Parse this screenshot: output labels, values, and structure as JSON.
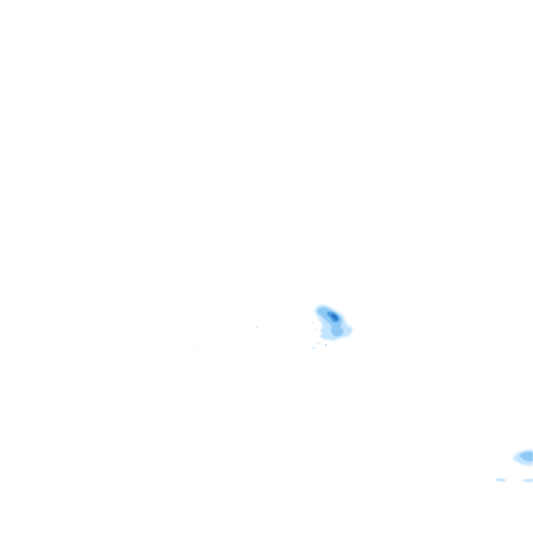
{
  "colors": {
    "background": "#ffffff",
    "light_echo": "#bfe3ff",
    "moderate_echo": "#8cc8f5",
    "strong_echo": "#4a9ae0",
    "heavy_echo": "#2b73c4"
  },
  "echo_cells": [
    {
      "label": "central-echo-cluster",
      "intensity": "moderate-to-heavy"
    },
    {
      "label": "southeast-edge-echo",
      "intensity": "light-to-moderate"
    },
    {
      "label": "scattered-speckles",
      "intensity": "light"
    }
  ]
}
